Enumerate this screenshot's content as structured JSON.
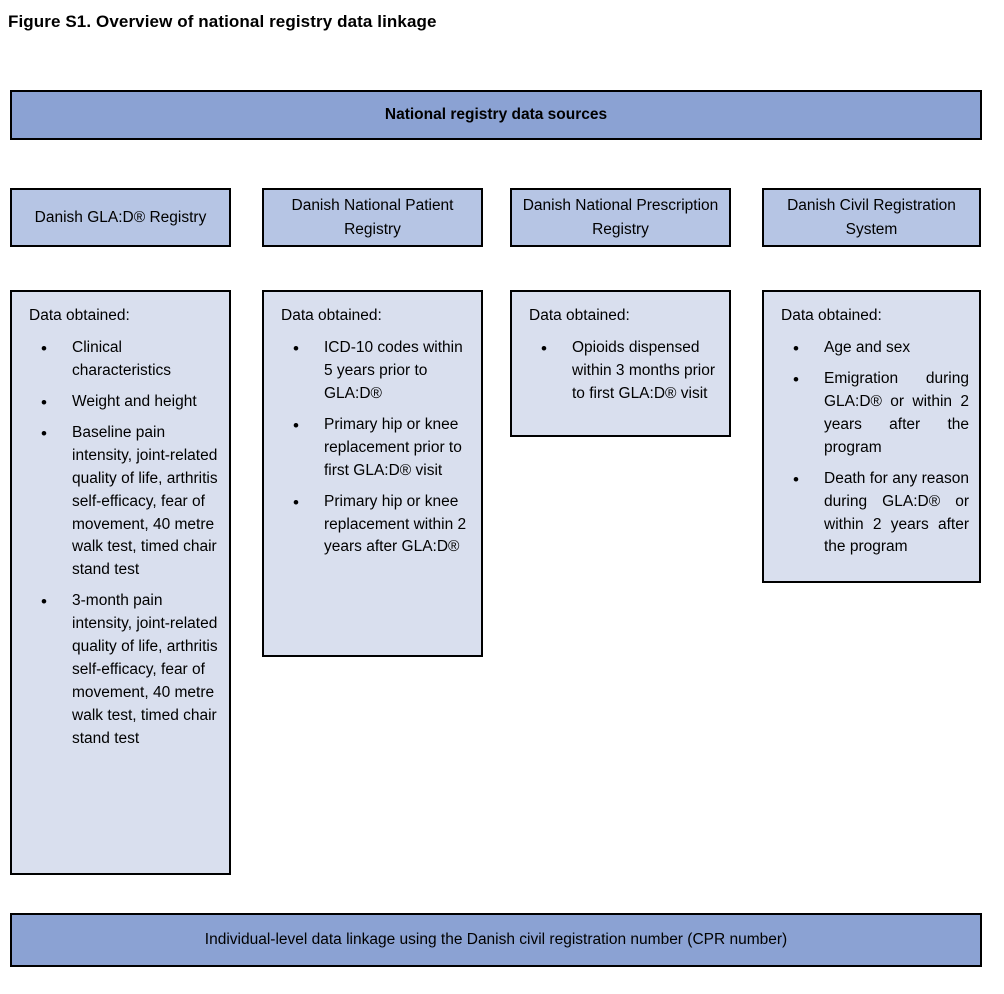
{
  "figure": {
    "title": "Figure S1. Overview of national registry data linkage"
  },
  "header": {
    "label": "National registry data sources"
  },
  "columns": [
    {
      "registry": "Danish GLA:D® Registry",
      "data_heading": "Data obtained:",
      "items": [
        "Clinical characteristics",
        "Weight and height",
        "Baseline pain intensity, joint-related quality of life, arthritis self-efficacy, fear of movement, 40 metre walk test, timed chair stand test",
        "3-month pain intensity, joint-related quality of life, arthritis self-efficacy, fear of movement, 40 metre walk test, timed chair stand test"
      ]
    },
    {
      "registry": "Danish National Patient Registry",
      "data_heading": "Data obtained:",
      "items": [
        "ICD-10 codes within 5 years prior to GLA:D®",
        "Primary hip or knee replacement prior to first GLA:D® visit",
        "Primary hip or knee replacement within 2 years after GLA:D®"
      ]
    },
    {
      "registry": "Danish National Prescription Registry",
      "data_heading": "Data obtained:",
      "items": [
        "Opioids dispensed within 3 months prior to first GLA:D® visit"
      ]
    },
    {
      "registry": "Danish Civil Registration System",
      "data_heading": "Data obtained:",
      "items": [
        "Age and sex",
        "Emigration during GLA:D® or within 2 years after the program",
        "Death for any reason during GLA:D® or within 2 years after the program"
      ]
    }
  ],
  "footer": {
    "label": "Individual-level data linkage using the Danish civil registration number (CPR number)"
  },
  "colors": {
    "band_fill": "#8BA2D3",
    "registry_fill": "#B6C5E4",
    "data_fill": "#D9DFEE",
    "border": "#000000",
    "text": "#000000",
    "background": "#FFFFFF"
  }
}
